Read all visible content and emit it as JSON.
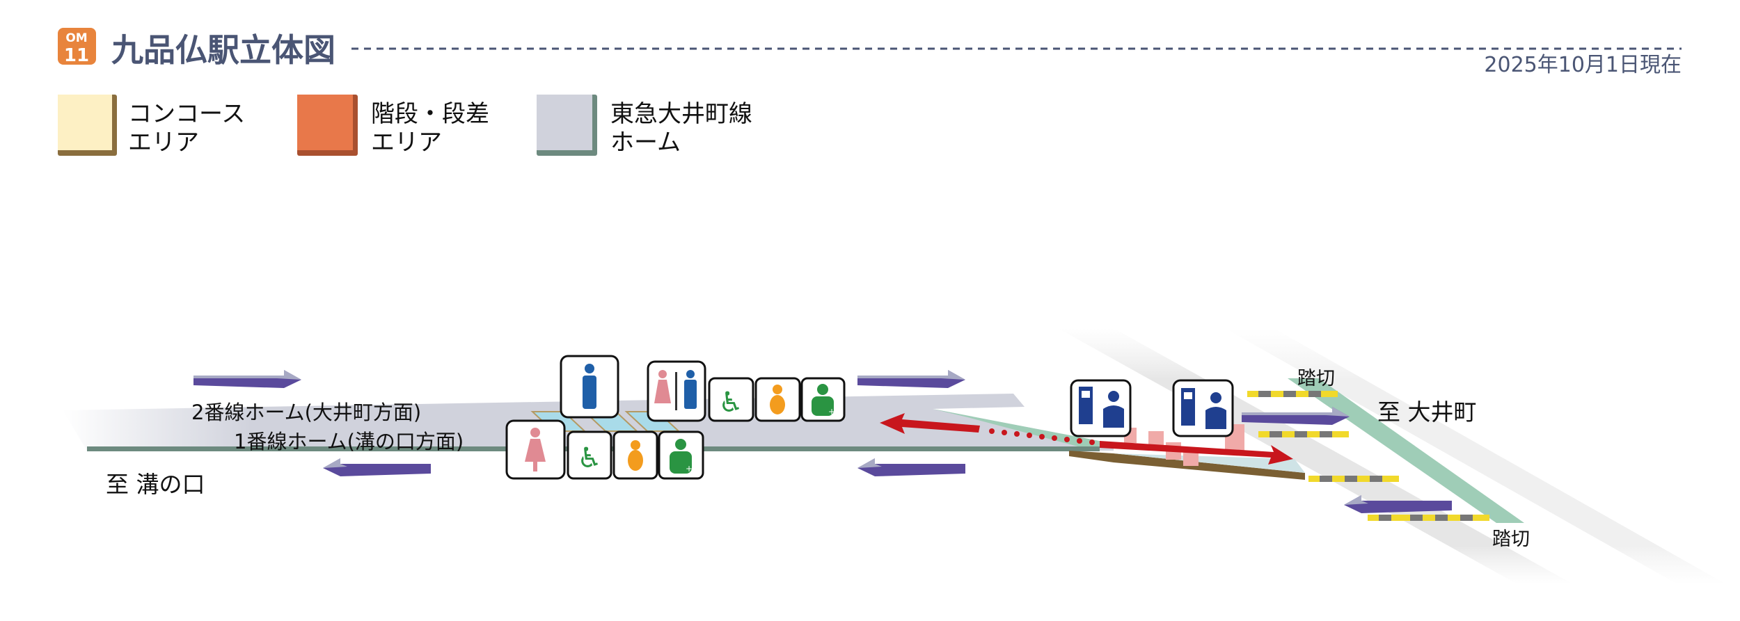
{
  "header": {
    "badge_line": "OM",
    "badge_number": "11",
    "title": "九品仏駅立体図",
    "date": "2025年10月1日現在"
  },
  "legend": [
    {
      "line1": "コンコース",
      "line2": "エリア",
      "color": "#fdf0c4",
      "edge": "#8a6e3e"
    },
    {
      "line1": "階段・段差",
      "line2": "エリア",
      "color": "#e8784a",
      "edge": "#a9502f"
    },
    {
      "line1": "東急大井町線",
      "line2": "ホーム",
      "color": "#d0d2dc",
      "edge": "#6d8a7f"
    }
  ],
  "diagram": {
    "platform2": "2番線ホーム(大井町方面)",
    "platform1": "1番線ホーム(溝の口方面)",
    "to_mizonokuchi": "至 溝の口",
    "to_oimachi": "至 大井町",
    "crossing_top": "踏切",
    "crossing_bottom": "踏切",
    "icons": [
      "mens-toilet-icon",
      "toilet-icon",
      "wheelchair-toilet-icon",
      "baby-care-icon",
      "ostomate-icon",
      "womens-toilet-icon",
      "wheelchair-toilet-icon",
      "baby-care-icon",
      "ostomate-icon",
      "ticket-machine-icon",
      "ticket-office-icon"
    ]
  },
  "colors": {
    "accent": "#e8843c",
    "header_text": "#4a5574",
    "route_arrow": "#c8161d",
    "train_arrow": "#5a4a9c"
  }
}
